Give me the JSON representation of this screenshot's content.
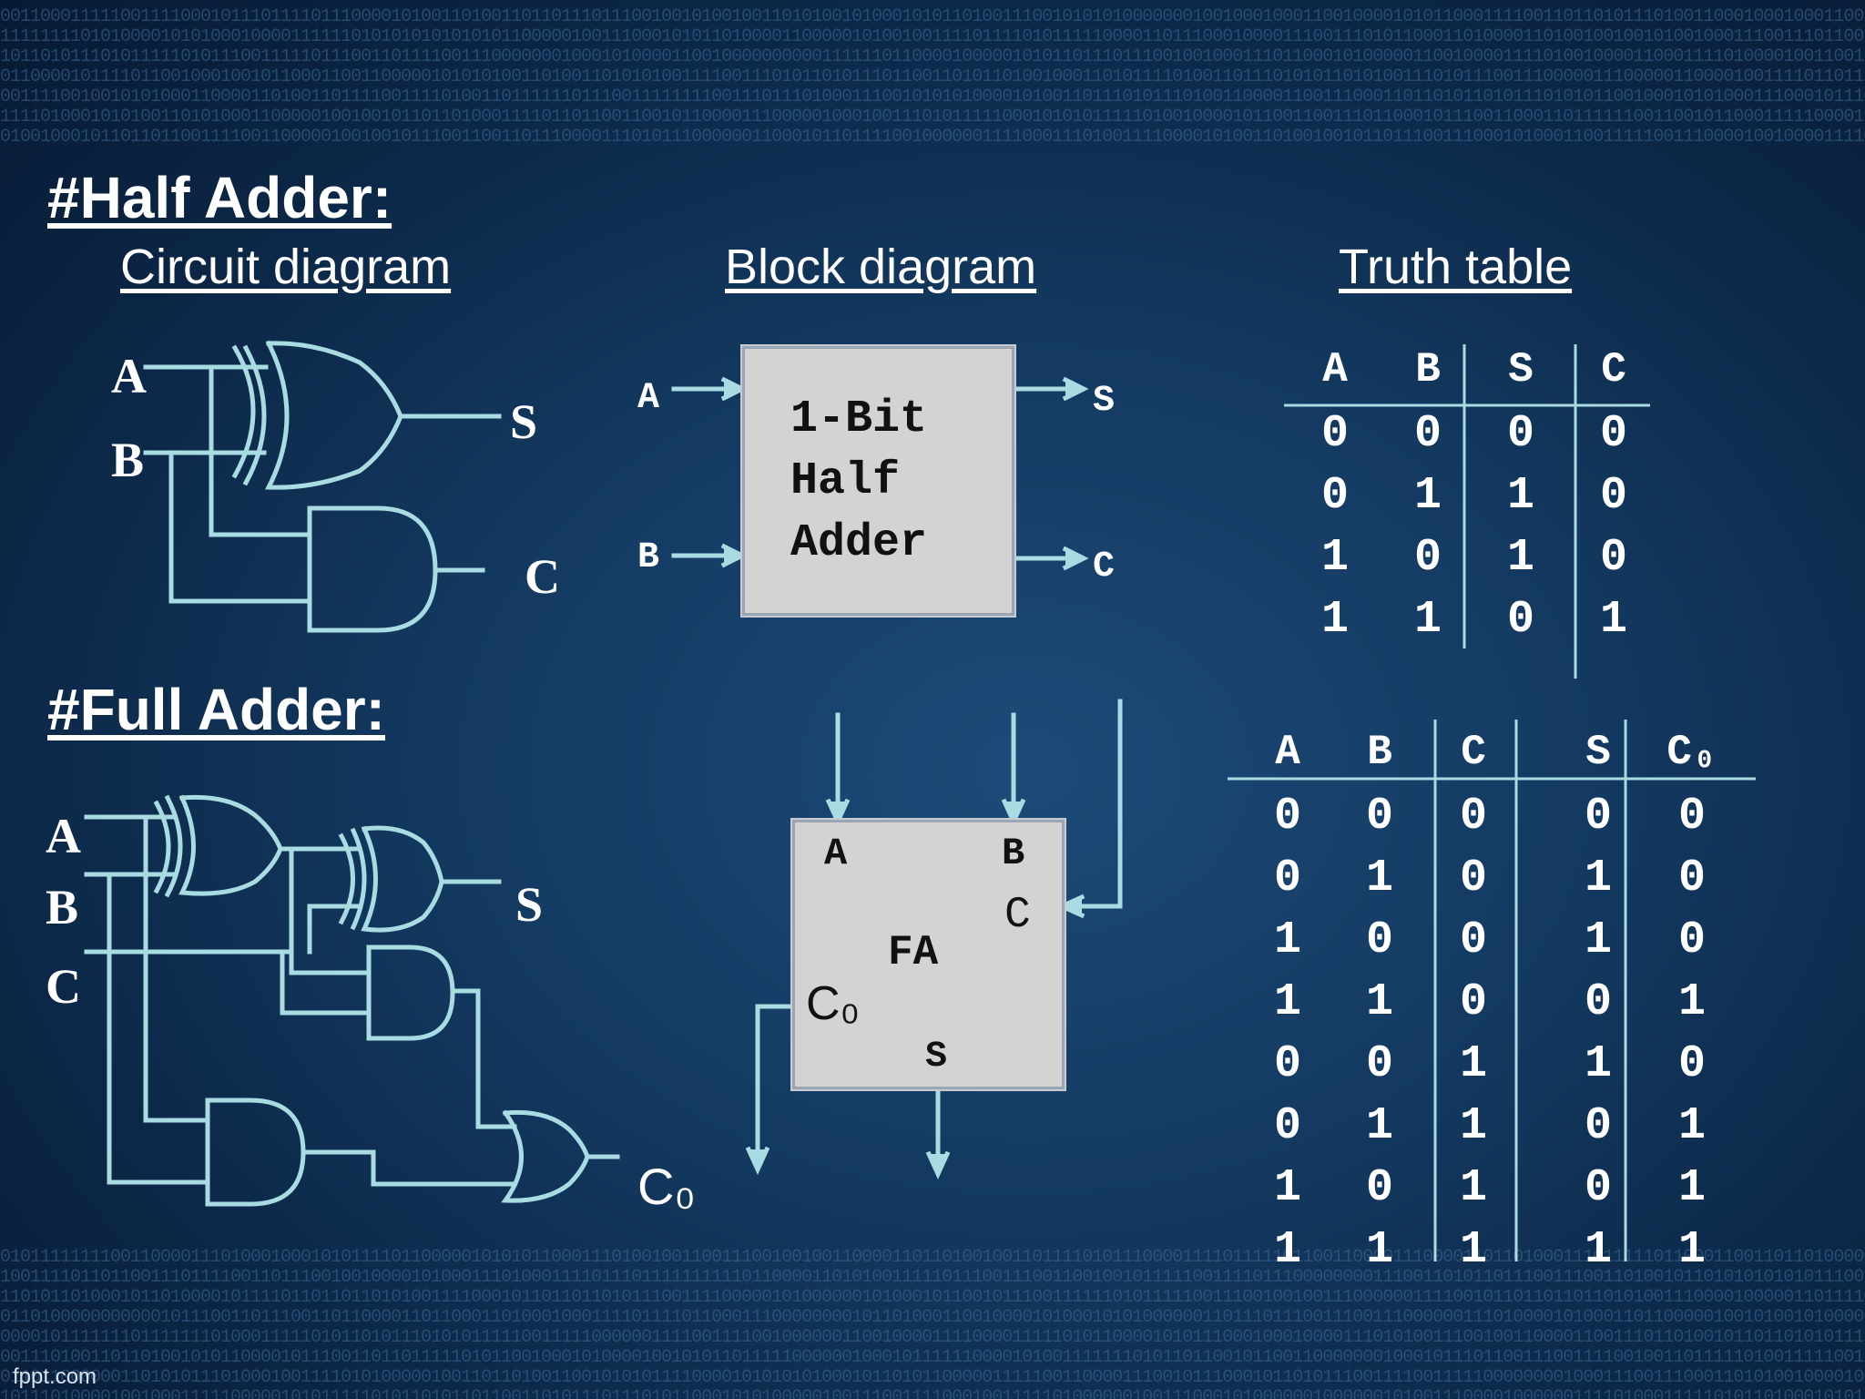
{
  "titles": {
    "half_adder": "#Half Adder:",
    "full_adder": "#Full Adder:",
    "circuit_diagram": "Circuit diagram",
    "block_diagram": "Block diagram",
    "truth_table": "Truth table"
  },
  "half_adder_circuit": {
    "in_a": "A",
    "in_b": "B",
    "out_s": "S",
    "out_c": "C"
  },
  "half_adder_block": {
    "line1": "1-Bit",
    "line2": "Half",
    "line3": "Adder",
    "in_a": "A",
    "in_b": "B",
    "out_s": "S",
    "out_c": "C"
  },
  "full_adder_circuit": {
    "in_a": "A",
    "in_b": "B",
    "in_c": "C",
    "out_s": "S",
    "out_co": "C₀"
  },
  "full_adder_block": {
    "center": "FA",
    "a": "A",
    "b": "B",
    "c": "C",
    "co": "C₀",
    "s": "S"
  },
  "half_truth_table": {
    "headers": [
      "A",
      "B",
      "S",
      "C"
    ],
    "rows": [
      [
        "0",
        "0",
        "0",
        "0"
      ],
      [
        "0",
        "1",
        "1",
        "0"
      ],
      [
        "1",
        "0",
        "1",
        "0"
      ],
      [
        "1",
        "1",
        "0",
        "1"
      ]
    ]
  },
  "full_truth_table": {
    "headers": [
      "A",
      "B",
      "C",
      "S",
      "C₀"
    ],
    "rows": [
      [
        "0",
        "0",
        "0",
        "0",
        "0"
      ],
      [
        "0",
        "1",
        "0",
        "1",
        "0"
      ],
      [
        "1",
        "0",
        "0",
        "1",
        "0"
      ],
      [
        "1",
        "1",
        "0",
        "0",
        "1"
      ],
      [
        "0",
        "0",
        "1",
        "1",
        "0"
      ],
      [
        "0",
        "1",
        "1",
        "0",
        "1"
      ],
      [
        "1",
        "0",
        "1",
        "0",
        "1"
      ],
      [
        "1",
        "1",
        "1",
        "1",
        "1"
      ]
    ]
  },
  "footer": "fppt.com",
  "colors": {
    "wire": "#a8dbe2",
    "box": "#d3d3d3",
    "text": "#ffffff"
  }
}
